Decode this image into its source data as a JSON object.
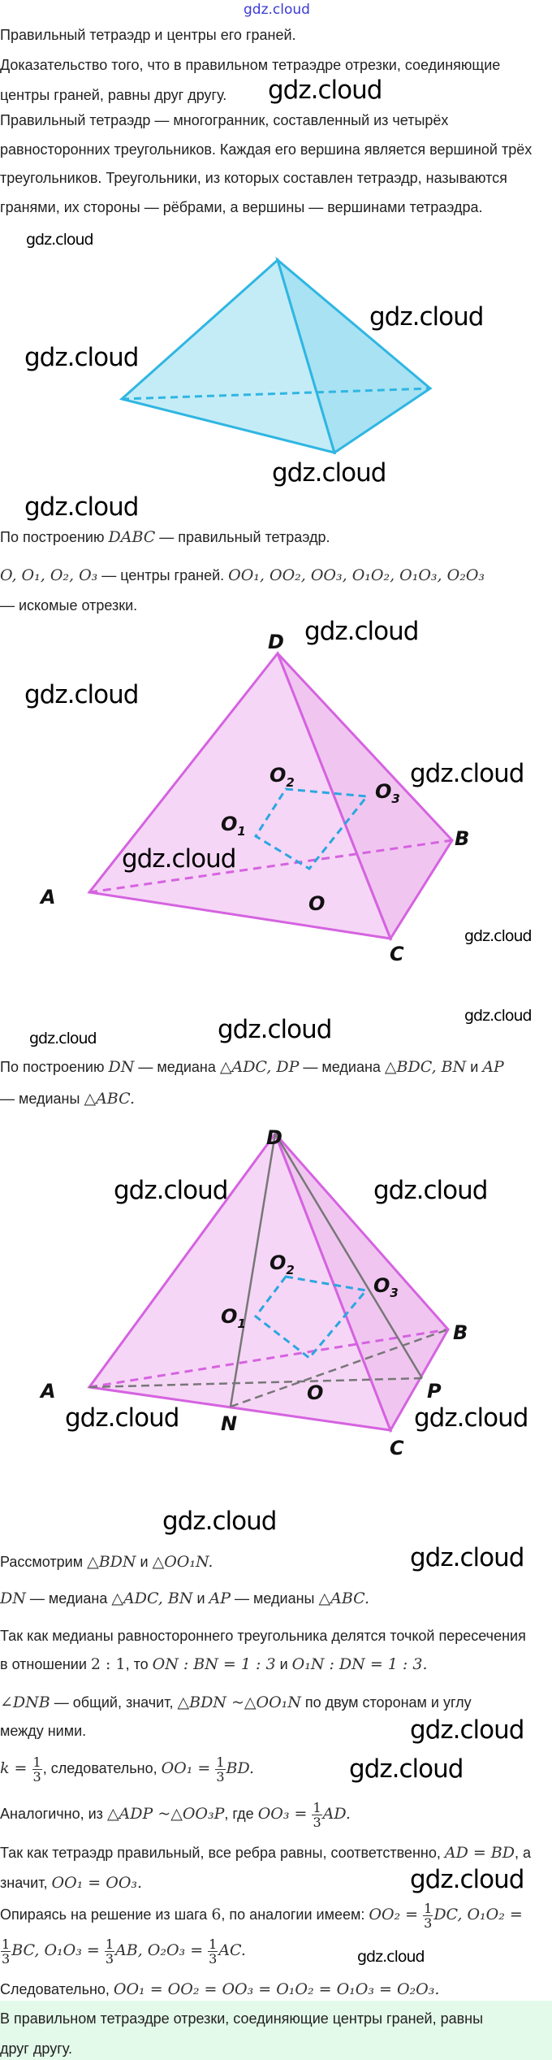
{
  "watermark": "gdz.cloud",
  "intro": {
    "title": "Правильный тетраэдр и центры его граней.",
    "task_1": "Доказательство того, что в правильном тетраэдре отрезки, соединяющие",
    "task_2": "центры граней, равны друг другу.",
    "def_1": "Правильный тетраэдр — многогранник, составленный из четырёх",
    "def_2": "равносторонних треугольников. Каждая его вершина является вершиной трёх",
    "def_3": "треугольников. Треугольники, из которых составлен тетраэдр, называются",
    "def_4": "гранями, их стороны — рёбрами, а вершины — вершинами тетраэдра."
  },
  "step2": {
    "t1": "По построению ",
    "m1": "DABC",
    "t2": " — правильный тетраэдр.",
    "m2": "O, O₁, O₂, O₃",
    "t3": " — центры граней. ",
    "m3": "OO₁, OO₂, OO₃, O₁O₂, O₁O₃, O₂O₃",
    "t4": "— искомые отрезки."
  },
  "fig2_labels": {
    "D": "D",
    "A": "A",
    "B": "B",
    "C": "C",
    "O": "O",
    "O1": "O",
    "O2": "O",
    "O3": "O",
    "s1": "1",
    "s2": "2",
    "s3": "3"
  },
  "step3": {
    "t1": "По построению ",
    "m1": "DN",
    "t2": " — медиана ",
    "m2": "△ADC, DP",
    "t3": " — медиана ",
    "m3": "△BDC, BN",
    "t4": " и ",
    "m4": "AP",
    "t5": "— медианы ",
    "m5": "△ABC."
  },
  "fig3_labels": {
    "D": "D",
    "A": "A",
    "B": "B",
    "C": "C",
    "O": "O",
    "N": "N",
    "P": "P",
    "O1": "O",
    "O2": "O",
    "O3": "O",
    "s1": "1",
    "s2": "2",
    "s3": "3"
  },
  "step4": {
    "l1_t": "Рассмотрим ",
    "l1_m1": "△BDN",
    "l1_t2": " и ",
    "l1_m2": "△OO₁N.",
    "l2_m1": "DN",
    "l2_t1": " — медиана ",
    "l2_m2": "△ADC, BN",
    "l2_t2": " и ",
    "l2_m3": "AP",
    "l2_t3": " — медианы ",
    "l2_m4": "△ABC.",
    "l3": "Так как медианы равностороннего треугольника делятся точкой пересечения",
    "l4_t1": "в отношении ",
    "l4_m1": "2 : 1",
    "l4_t2": ", то ",
    "l4_m2": "ON : BN = 1 : 3",
    "l4_t3": " и ",
    "l4_m3": "O₁N : DN = 1 : 3.",
    "l5_m1": "∠DNB",
    "l5_t1": " — общий, значит, ",
    "l5_m2": "△BDN ~△OO₁N",
    "l5_t2": " по двум сторонам и углу",
    "l6": "между ними.",
    "l7_m1": "k =",
    "l7_t1": ", следовательно, ",
    "l7_m2": "OO₁ =",
    "l7_m3": "BD.",
    "frac_num": "1",
    "frac_den": "3"
  },
  "step5": {
    "l1_t1": "Аналогично, из ",
    "l1_m1": "△ADP ~△OO₃P",
    "l1_t2": ", где ",
    "l1_m2": "OO₃ =",
    "l1_m3": "AD.",
    "l2_t1": "Так как тетраэдр правильный, все ребра равны, соответственно, ",
    "l2_m1": "AD = BD",
    "l2_t2": ", а",
    "l3_t1": "значит, ",
    "l3_m1": "OO₁ = OO₃.",
    "l4_t1": "Опираясь на решение из шага ",
    "l4_m1": "6",
    "l4_t2": ", по аналогии имеем: ",
    "l4_m2": "OO₂ =",
    "l4_m3": "DC, O₁O₂ =",
    "l5_m1": "BC, O₁O₃ =",
    "l5_m2": "AB, O₂O₃ =",
    "l5_m3": "AC.",
    "l6_t1": "Следовательно, ",
    "l6_m1": "OO₁ = OO₂ = OO₃ = O₁O₂ = O₁O₃ = O₂O₃."
  },
  "answer": {
    "l1": "В правильном тетраэдре отрезки, соединяющие центры граней, равны",
    "l2": "друг другу."
  },
  "colors": {
    "fig1_fill": "#c4ecf7",
    "fig1_stroke": "#2fb6e2",
    "fig_pink_fill": "#f6d6f6",
    "fig_pink_stroke": "#d563e0",
    "dash_blue": "#2aa7e0",
    "answer_bg": "#e3f9e9"
  }
}
